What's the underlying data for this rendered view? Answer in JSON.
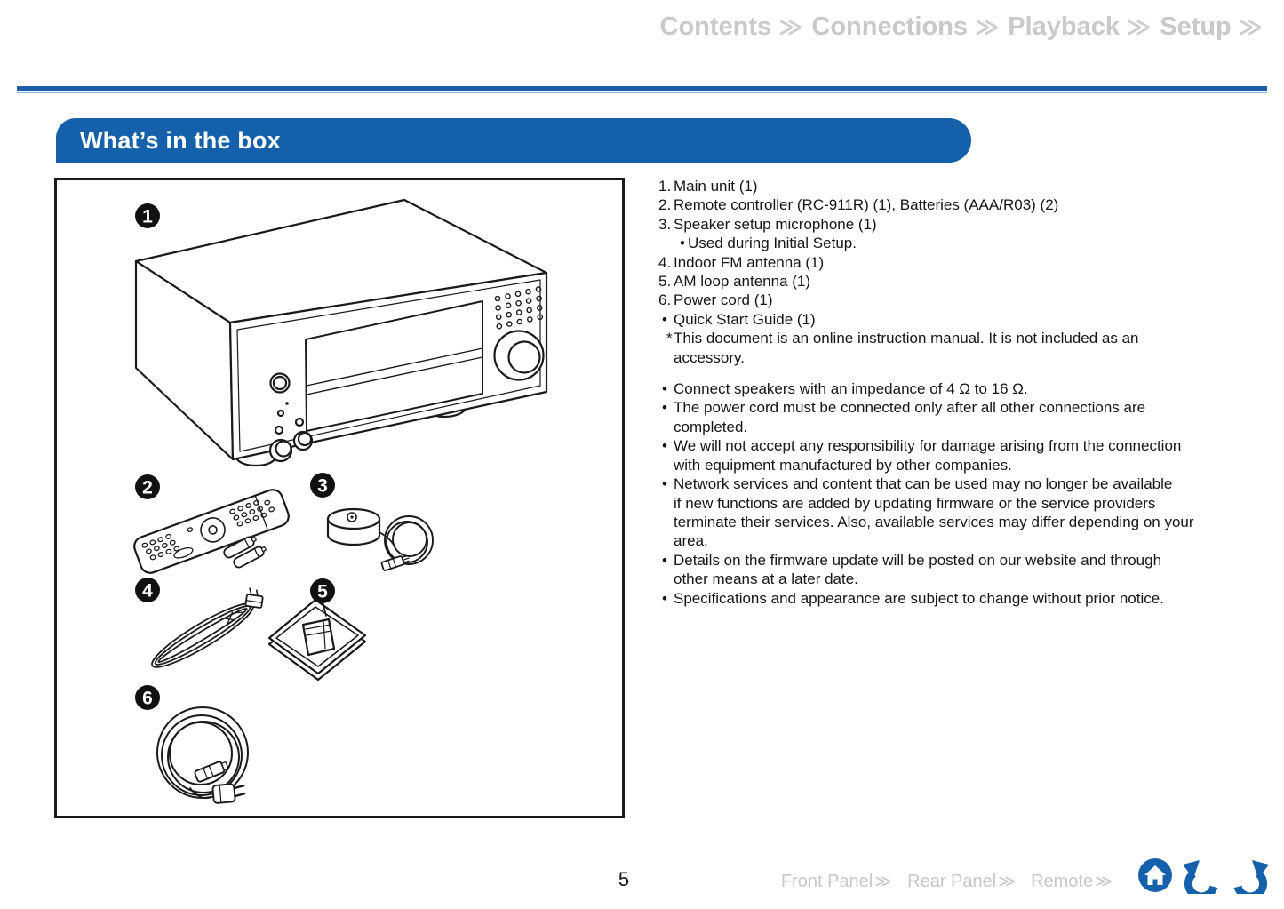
{
  "nav": {
    "chevron": "≫",
    "items": [
      {
        "label": "Contents"
      },
      {
        "label": "Connections"
      },
      {
        "label": "Playback"
      },
      {
        "label": "Setup"
      }
    ]
  },
  "banner": {
    "title": "What’s in the box"
  },
  "figure": {
    "badges": [
      "1",
      "2",
      "3",
      "4",
      "5",
      "6"
    ]
  },
  "box_list": {
    "rows": [
      {
        "m": "1.",
        "t": "Main unit (1)"
      },
      {
        "m": "2.",
        "t": "Remote controller (RC-911R) (1), Batteries (AAA/R03) (2)"
      },
      {
        "m": "3.",
        "t": "Speaker setup microphone (1)"
      },
      {
        "m": "•",
        "t": "Used during Initial Setup."
      },
      {
        "m": "4.",
        "t": "Indoor FM antenna (1)"
      },
      {
        "m": "5.",
        "t": "AM loop antenna (1)"
      },
      {
        "m": "6.",
        "t": "Power cord (1)"
      },
      {
        "m": "•",
        "t": "Quick Start Guide (1)"
      },
      {
        "m": "*",
        "lines": [
          "This document is an online instruction manual. It is not included as an",
          "accessory."
        ]
      }
    ]
  },
  "notes": [
    {
      "m": "•",
      "lines": [
        "Connect speakers with an impedance of 4 Ω to 16 Ω."
      ]
    },
    {
      "m": "•",
      "lines": [
        "The power cord must be connected only after all other connections are",
        "completed."
      ]
    },
    {
      "m": "•",
      "lines": [
        "We will not accept any responsibility for damage arising from the connection",
        "with equipment manufactured by other companies."
      ]
    },
    {
      "m": "•",
      "lines": [
        "Network services and content that can be used may no longer be available",
        "if new functions are added by updating firmware or the service providers",
        "terminate their services. Also, available services may differ depending on your",
        "area."
      ]
    },
    {
      "m": "•",
      "lines": [
        "Details on the firmware update will be posted on our website and through",
        "other means at a later date."
      ]
    },
    {
      "m": "•",
      "lines": [
        "Specifications and appearance are subject to change without prior notice."
      ]
    }
  ],
  "footer": {
    "page_number": "5",
    "chevron": "≫",
    "links": [
      {
        "label": "Front Panel"
      },
      {
        "label": "Rear Panel"
      },
      {
        "label": "Remote"
      }
    ]
  },
  "colors": {
    "accent_blue": "#1560ab",
    "rule_dark": "#1c5ea9",
    "rule_light": "#85b3e0",
    "nav_gray": "#c8c9cb",
    "footer_gray": "#c6c7c9",
    "badge_black": "#111111"
  },
  "icons": {
    "home": "home-icon",
    "back": "undo-arrow-icon",
    "forward": "redo-arrow-icon"
  }
}
